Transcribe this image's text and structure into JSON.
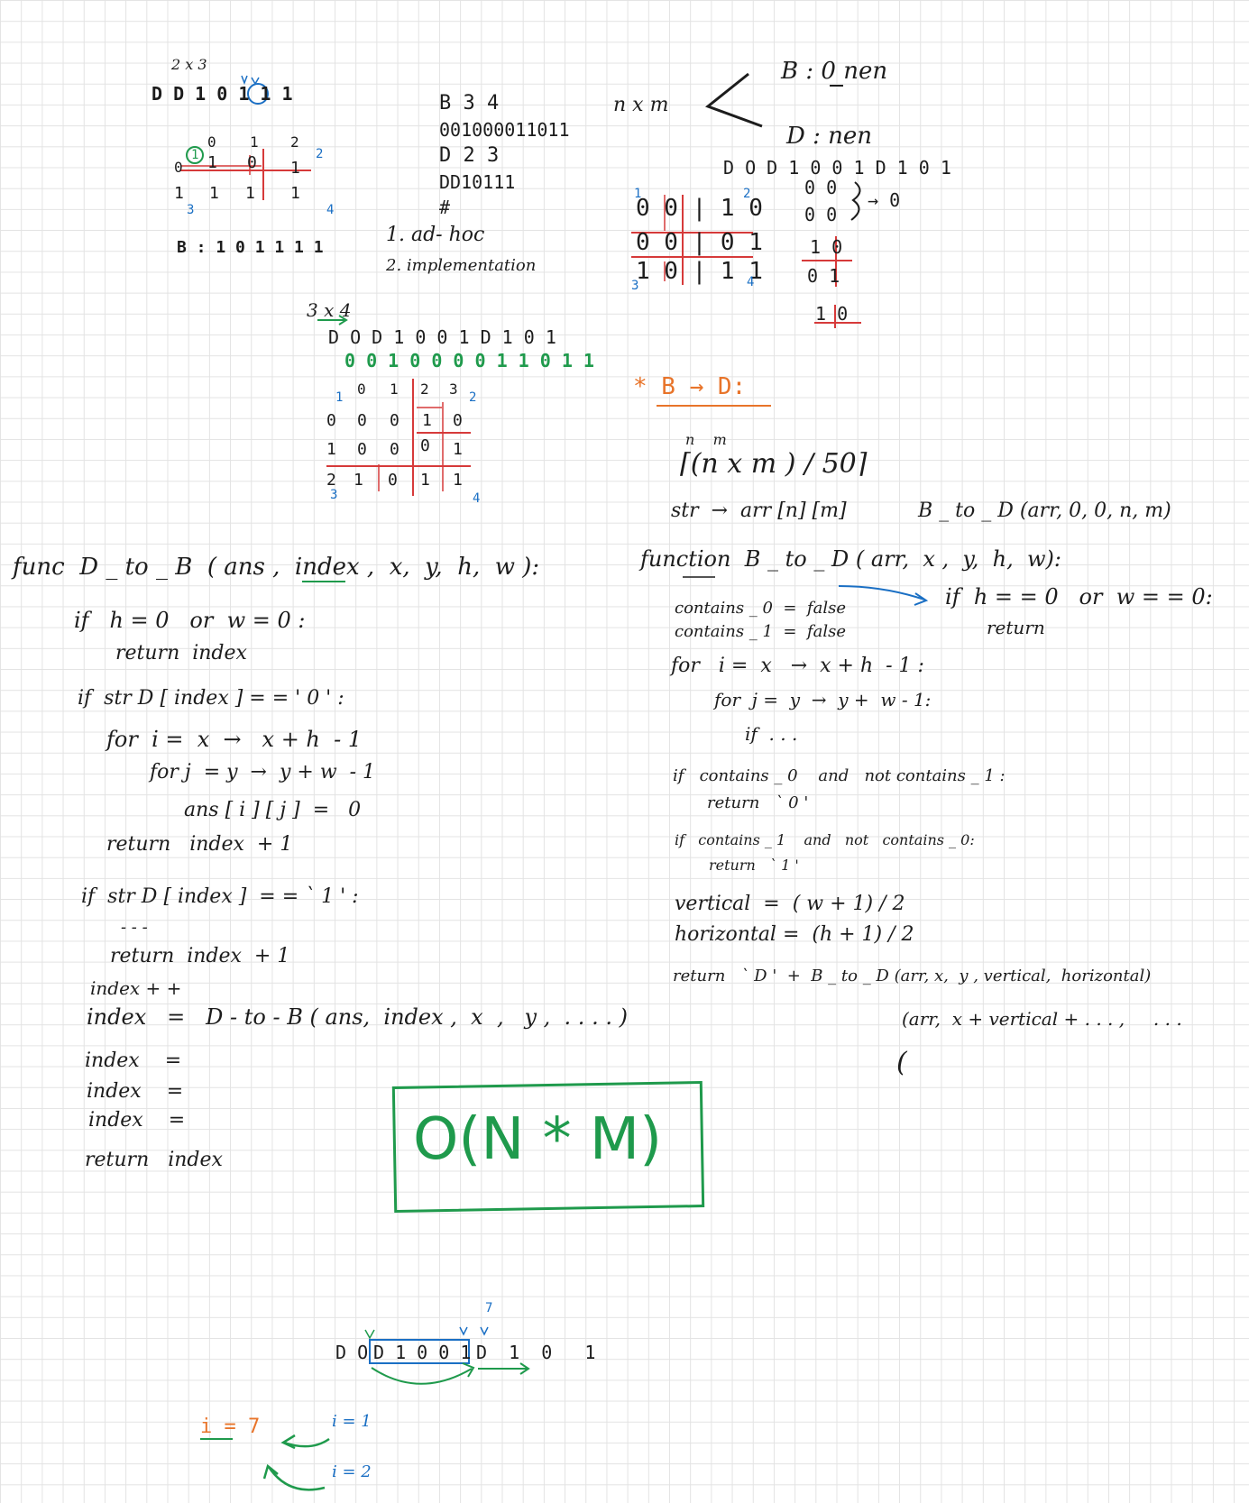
{
  "top_left": {
    "dims": "2 x 3",
    "stream": "D D 1 0 1 1 1",
    "col_headers": [
      "0",
      "1",
      "2"
    ],
    "row0": [
      "0",
      "1",
      "0",
      "1"
    ],
    "row1": [
      "1",
      "1",
      "1",
      "1"
    ],
    "marks": [
      "1",
      "2",
      "3",
      "4"
    ],
    "result": "B : 1 0 1 1 1 1"
  },
  "sample_input": {
    "lines": [
      "B 3 4",
      "001000011011",
      "D 2 3",
      "DD10111",
      "#"
    ],
    "categories": [
      "1. ad- hoc",
      "2. implementation"
    ]
  },
  "top_right": {
    "nm": "n x m",
    "branch_b": "B : 0 nen",
    "branch_d": "D : nen",
    "stream": "D O D 1 0 0 1 D 1 0 1",
    "grid_rows": [
      "0 0 | 1 0",
      "0 0 | 0 1",
      "1 0 | 1 1"
    ],
    "small_rows": [
      "0 0",
      "0 0"
    ],
    "arrow_zero": "→ 0",
    "sub_rows": [
      "1 0",
      "0 1"
    ],
    "last": "1 0",
    "marks": [
      "1",
      "2",
      "3",
      "4"
    ]
  },
  "middle": {
    "dims": "3 x 4",
    "stream": "D O D 1 0 0 1 D 1 0 1",
    "binary": "0 0 1 0 0 0 0 1 1 0 1 1",
    "col_headers": [
      "0",
      "1",
      "2",
      "3"
    ],
    "rows": [
      {
        "idx": "0",
        "cells": [
          "0",
          "0",
          "1",
          "0"
        ]
      },
      {
        "idx": "1",
        "cells": [
          "0",
          "0",
          "0",
          "1"
        ]
      },
      {
        "idx": "2",
        "cells": [
          "1",
          "0",
          "1",
          "1"
        ]
      }
    ],
    "marks": [
      "1",
      "2",
      "3",
      "4"
    ]
  },
  "b_to_d": {
    "heading": "* B → D:",
    "nm": "n    m",
    "ceil": "⌈(n x m ) / 50⌉",
    "str_arr": "str  →  arr [n] [m]",
    "call": "B _ to _ D (arr, 0, 0, n, m)",
    "func": "function  B _ to _ D ( arr,  x ,  y,  h,  w):",
    "c0": "contains _ 0  =  false",
    "c1": "contains _ 1  =  false",
    "guard": "if  h = = 0   or  w = = 0:",
    "guard_ret": "return",
    "for_i": "for   i =  x   →  x + h  - 1 :",
    "for_j": "for  j =  y  →  y +  w - 1:",
    "if_dots": "if  . . .",
    "if0": "if   contains _ 0    and   not contains _ 1 :",
    "ret0": "return   ` 0 '",
    "if1": "if   contains _ 1    and   not   contains _ 0:",
    "ret1": "return   ` 1 '",
    "vertical": "vertical  =  ( w + 1) / 2",
    "horizontal": "horizontal =  (h + 1) / 2",
    "ret_d": "return   ` D '  +  B _ to _ D (arr, x,  y , vertical,  horizontal)",
    "next_call": "(arr,  x + vertical + . . . ,     . . .",
    "paren": "("
  },
  "d_to_b": {
    "func": "func  D _ to _ B  ( ans ,  index ,  x,  y,  h,  w ):",
    "if_h": "if   h = 0   or  w = 0 :",
    "ret_index": "return  index",
    "if_zero": "if  str D [ index ] = = ' 0 ' :",
    "for_i": "for  i =  x  →   x + h  - 1",
    "for_j": "for j  = y  →  y + w  - 1",
    "ans": "ans [ i ] [ j ]  =   0",
    "ret_inc": "return   index  + 1",
    "if_one": "if  str D [ index ]  = = ` 1 ' :",
    "dots": "- - -",
    "ret_inc2": "return  index  + 1",
    "incr": "index + +",
    "rec": "index   =   D - to - B ( ans,  index ,  x  ,   y ,  . . . . )",
    "idx_eq": [
      "index    =",
      "index    =",
      "index    ="
    ],
    "ret_final": "return   index"
  },
  "complexity": "O(N * M)",
  "bottom": {
    "stream_prefix": "D O",
    "stream_box": "D 1 0 0 1",
    "stream_suffix": "D  1  0   1",
    "seven": "7",
    "i7": "i = 7",
    "i1": "i = 1",
    "i2": "i = 2"
  },
  "colors": {
    "blue": "#1a6fc4",
    "green": "#1f9a4c",
    "orange": "#e8742a",
    "red": "#d63a3a",
    "ink": "#1c1c1c"
  }
}
